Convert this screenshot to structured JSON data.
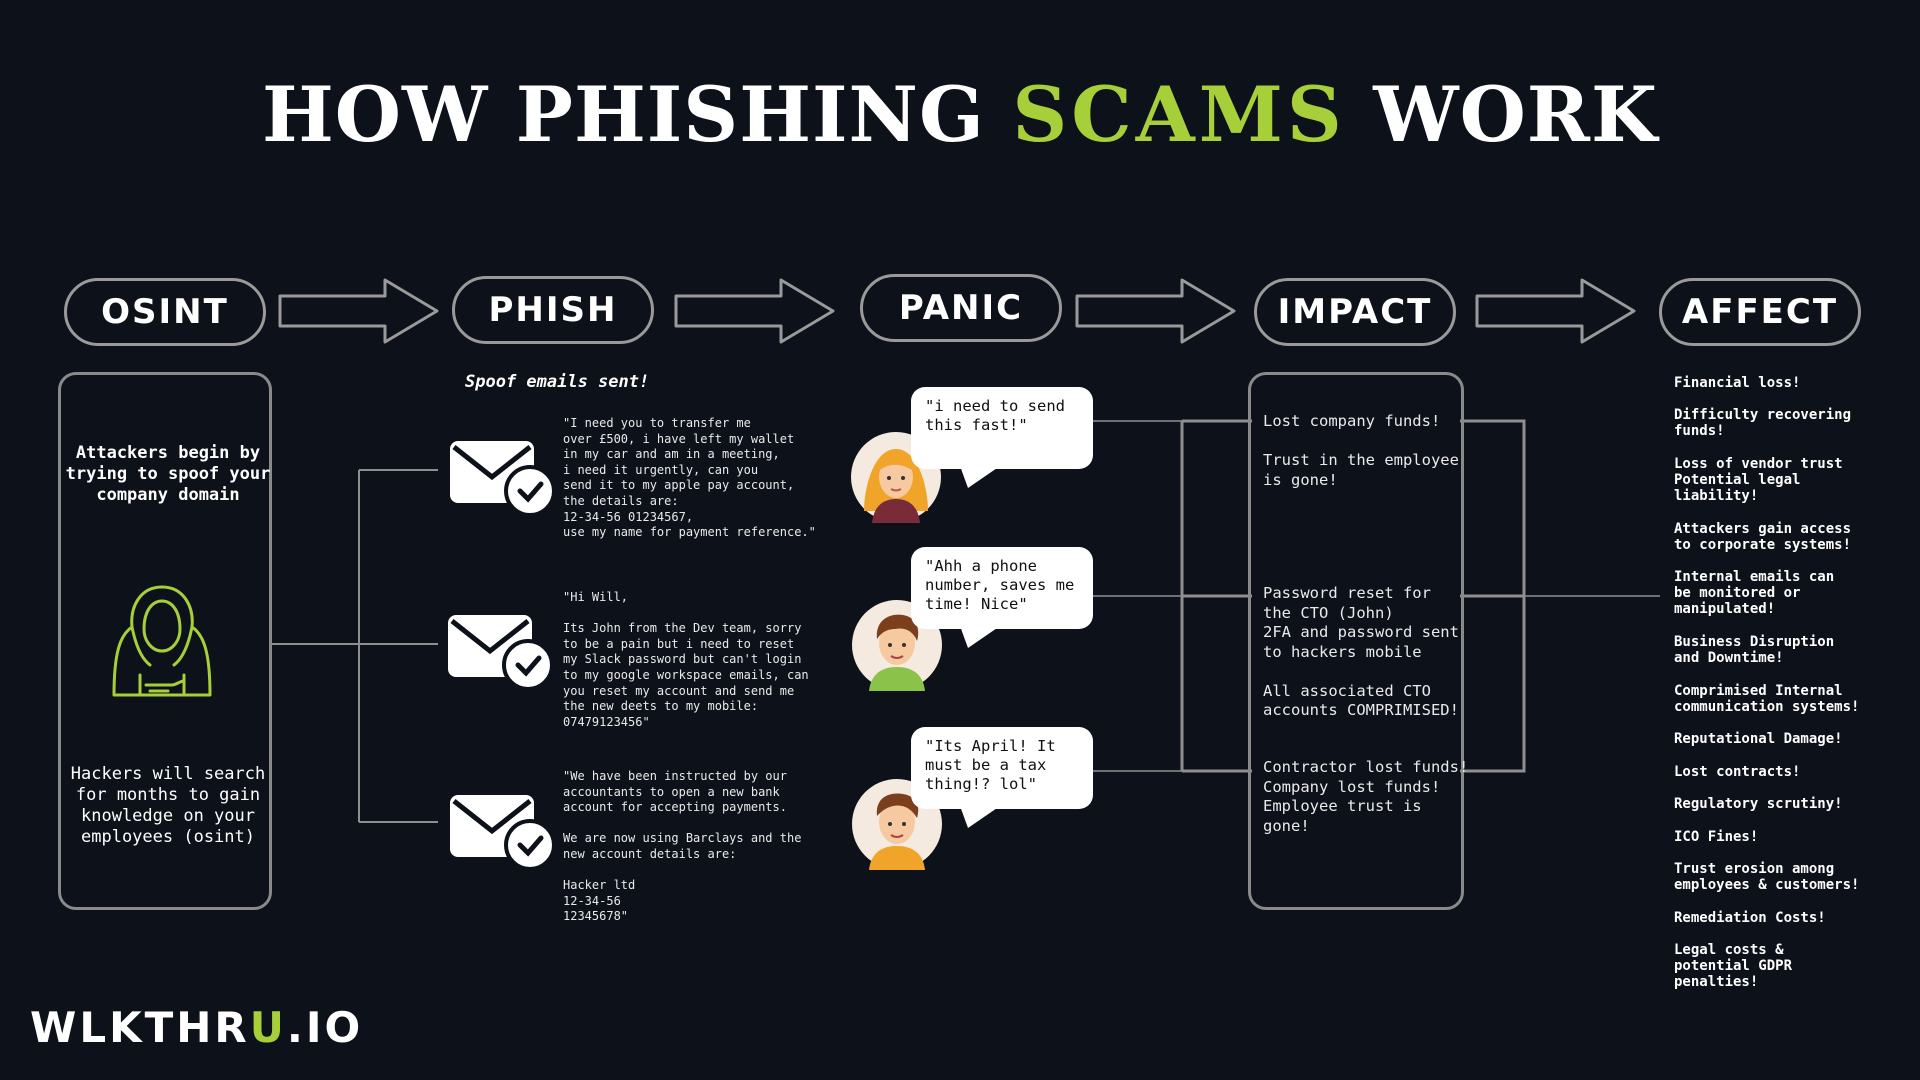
{
  "title": {
    "part1": "HOW PHISHING",
    "highlight": "SCAMS",
    "part2": "WORK"
  },
  "colors": {
    "background": "#0d1119",
    "accent": "#a6cf3a",
    "outline": "#9a9a9a"
  },
  "stages": [
    "OSINT",
    "PHISH",
    "PANIC",
    "IMPACT",
    "AFFECT"
  ],
  "osint": {
    "top_text": "Attackers begin by trying to spoof your company domain",
    "icon": "hooded-hacker-icon",
    "bottom_text": "Hackers will search for months to gain knowledge on your employees (osint)"
  },
  "phish": {
    "heading": "Spoof emails sent!",
    "emails": [
      "\"I need you to transfer me\nover £500, i have left my wallet\nin my car and am in a meeting,\ni need it urgently, can you\nsend it to my apple pay account,\nthe details are:\n12-34-56 01234567,\nuse my name for payment reference.\"",
      "\"Hi Will,\n\nIts John from the Dev team, sorry\nto be a pain but i need to reset\nmy Slack password but can't login\nto my google workspace emails, can\nyou reset my account and send me\nthe new deets to my mobile:\n07479123456\"",
      "\"We have been instructed by our\naccountants to open a new bank\naccount for accepting payments.\n\nWe are now using Barclays and the\nnew account details are:\n\nHacker ltd\n12-34-56\n12345678\""
    ]
  },
  "panic": {
    "bubbles": [
      "\"i need to send\nthis fast!\"",
      "\"Ahh a phone\nnumber, saves me\ntime! Nice\"",
      "\"Its April! It\nmust be a tax\nthing!? lol\""
    ]
  },
  "impact": {
    "items": [
      "Lost company funds!\n\nTrust in the employee\nis gone!",
      "Password reset for\nthe CTO (John)\n2FA and password sent\nto hackers mobile\n\nAll associated CTO\naccounts COMPRIMISED!",
      "Contractor lost funds!\nCompany lost funds!\nEmployee trust is\ngone!"
    ]
  },
  "affect": {
    "items": [
      "Financial loss!",
      "Difficulty recovering\nfunds!",
      "Loss of vendor trust\nPotential legal\nliability!",
      "Attackers gain access\nto corporate systems!",
      "Internal emails can\nbe monitored or\nmanipulated!",
      "Business Disruption\nand Downtime!",
      "Comprimised Internal\ncommunication systems!",
      "Reputational Damage!",
      "Lost contracts!",
      "Regulatory scrutiny!",
      "ICO Fines!",
      "Trust erosion among\nemployees & customers!",
      "Remediation Costs!",
      "Legal costs &\npotential GDPR\npenalties!"
    ]
  },
  "brand": {
    "part1": "WLKTHR",
    "highlight": "U",
    "part2": ".IO"
  }
}
